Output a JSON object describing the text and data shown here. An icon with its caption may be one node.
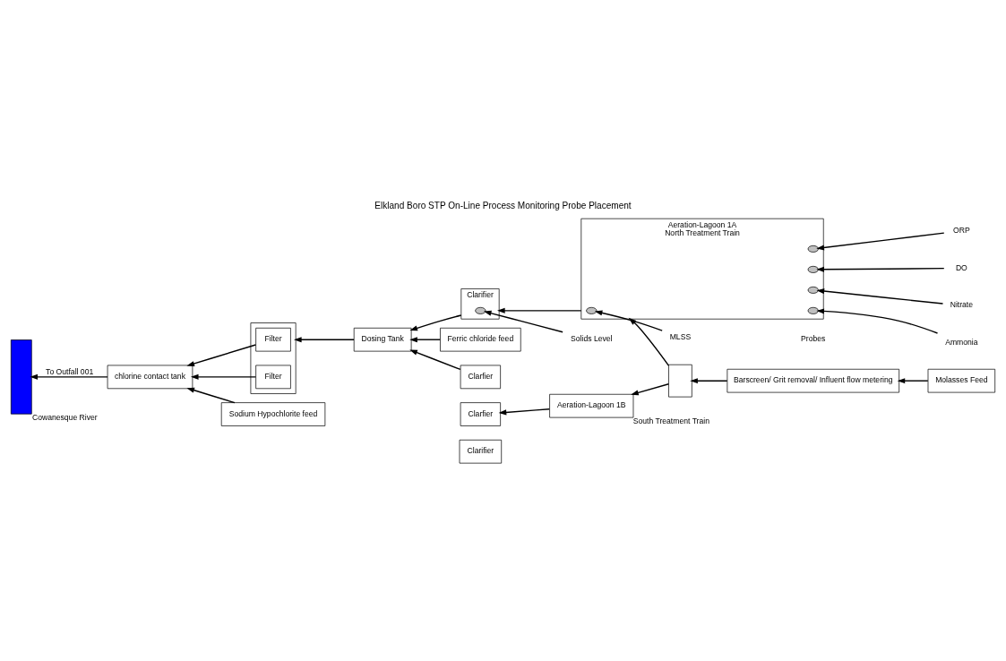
{
  "diagram": {
    "title": "Elkland Boro STP On-Line Process Monitoring Probe Placement",
    "nodes": [
      {
        "text": [
          "Clarifier"
        ]
      },
      {
        "text": [
          "Clarifier"
        ]
      },
      {
        "text": [],
        "shape": "circle",
        "in": 1
      },
      {
        "text": [
          "Aeration-Lagoon 1A"
        ],
        "beside": [
          "North Treatment Train"
        ]
      },
      {
        "text": [],
        "shape": "circle",
        "in": 3
      },
      {
        "text": [],
        "shape": "circle",
        "in": 3
      },
      {
        "text": [],
        "shape": "circle",
        "in": 3
      },
      {
        "text": [],
        "shape": "circle",
        "in": 3
      },
      {
        "text": [],
        "shape": "circle",
        "in": 3
      },
      {
        "text": [
          "MLSS"
        ]
      },
      {
        "text": [
          "ORP"
        ]
      },
      {
        "text": [
          "DO"
        ]
      },
      {
        "text": [
          "Nitrate"
        ]
      },
      {
        "text": [
          "Ammonia"
        ]
      },
      {
        "text": [
          "Solids Level"
        ]
      },
      {
        "text": [],
        "shape": "box"
      },
      {
        "text": [
          "Filter"
        ],
        "in": 15
      },
      {
        "text": [
          "Filter"
        ],
        "in": 15
      },
      {
        "text": [
          "Dosing Tank"
        ]
      },
      {
        "text": [
          "Ferric chloride feed"
        ]
      },
      {
        "text": [],
        "shape": "box"
      },
      {
        "text": [
          "Barscreen/ Grit removal/ Influent flow metering"
        ]
      },
      {
        "text": [
          "Clarfier"
        ]
      },
      {
        "text": [
          "Clarfier"
        ]
      },
      {
        "text": [
          "Aeration-Lagoon 1B"
        ],
        "beside": [
          "South Treatment Train"
        ]
      },
      {
        "text": [
          "Molasses Feed"
        ]
      },
      {
        "text": [
          "Sodium Hypochlorite feed"
        ]
      },
      {
        "text": [
          "chlorine contact tank"
        ]
      },
      {
        "text": [],
        "shape": "bar",
        "beside": [
          "Cowanesque River"
        ]
      }
    ],
    "edges": [
      {
        "from": 9,
        "to": 4,
        "arrow": "to"
      },
      {
        "from": 10,
        "to": 5,
        "arrow": "to"
      },
      {
        "from": 11,
        "to": 6,
        "arrow": "to"
      },
      {
        "from": 12,
        "to": 7,
        "arrow": "to"
      },
      {
        "from": 13,
        "to": 8,
        "arrow": "to"
      },
      {
        "from": 14,
        "to": 2,
        "arrow": "to"
      },
      {
        "from": 3,
        "to": 1,
        "arrow": "to"
      },
      {
        "from": 1,
        "to": 18,
        "arrow": "to"
      },
      {
        "from": 22,
        "to": 18,
        "arrow": "to"
      },
      {
        "from": 19,
        "to": 18,
        "arrow": "to"
      },
      {
        "from": 18,
        "to": 15,
        "arrow": "to"
      },
      {
        "from": 21,
        "to": 20,
        "arrow": "to"
      },
      {
        "from": 25,
        "to": 21,
        "arrow": "to"
      },
      {
        "from": 20,
        "to": 3,
        "arrow": "to"
      },
      {
        "from": 20,
        "to": 24,
        "arrow": "to"
      },
      {
        "from": 24,
        "to": 23,
        "arrow": "to"
      },
      {
        "from": 16,
        "to": 27,
        "arrow": "to"
      },
      {
        "from": 17,
        "to": 27,
        "arrow": "to"
      },
      {
        "from": 26,
        "to": 27,
        "arrow": "to"
      },
      {
        "from": 27,
        "to": 28,
        "label": "To Outfall 001",
        "arrow": "to"
      }
    ],
    "labels": [
      "Probes"
    ]
  }
}
